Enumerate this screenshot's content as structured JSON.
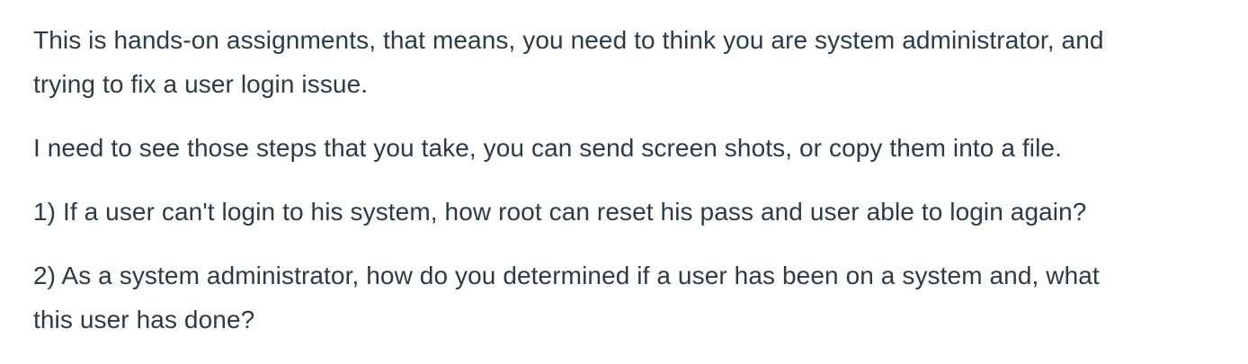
{
  "colors": {
    "background": "#ffffff",
    "text": "#2d3b45"
  },
  "content": {
    "paragraphs": [
      "This is hands-on assignments, that means, you need to think you are system administrator, and\ntrying to fix a user login issue.",
      "I need to see those steps that you take, you can send screen shots, or copy them into a file.",
      "1) If a user can't login to his system, how root can reset his pass and user able to login again?",
      "2) As a system administrator, how do you determined if a user has been on a system and, what\nthis user has done?"
    ]
  }
}
